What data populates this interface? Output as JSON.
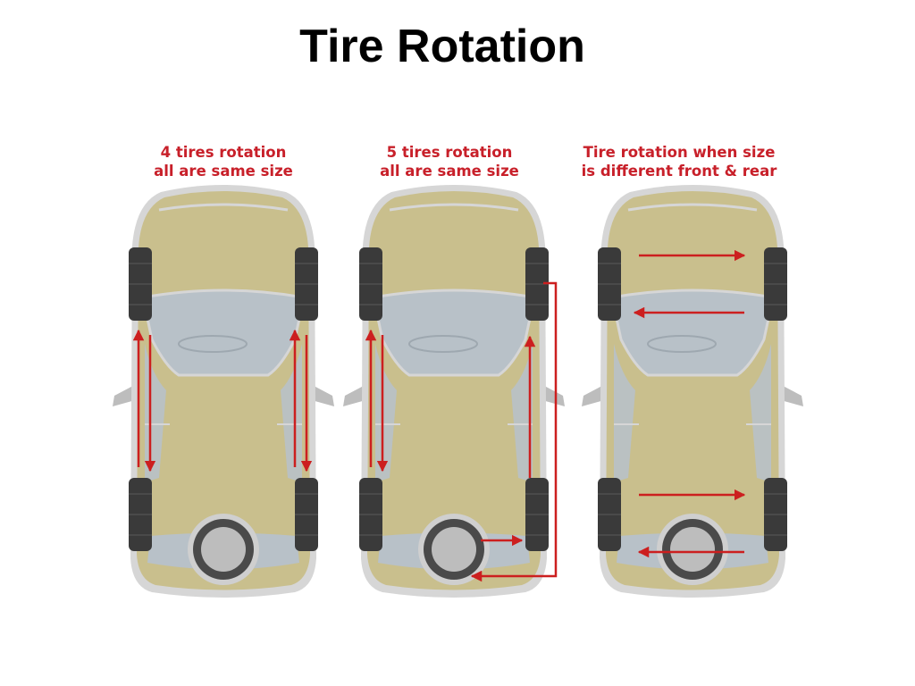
{
  "title": "Tire Rotation",
  "colors": {
    "caption": "#c8202a",
    "arrow": "#cc1f1f",
    "body": "#c9bf8d",
    "glass": "#b8c1c8",
    "tire": "#3a3a3a",
    "trim": "#bfbfbf"
  },
  "panels": [
    {
      "caption_line1": "4 tires rotation",
      "caption_line2": "all are same size"
    },
    {
      "caption_line1": "5 tires rotation",
      "caption_line2": "all are same size"
    },
    {
      "caption_line1": "Tire rotation when size",
      "caption_line2": "is different front & rear"
    }
  ]
}
